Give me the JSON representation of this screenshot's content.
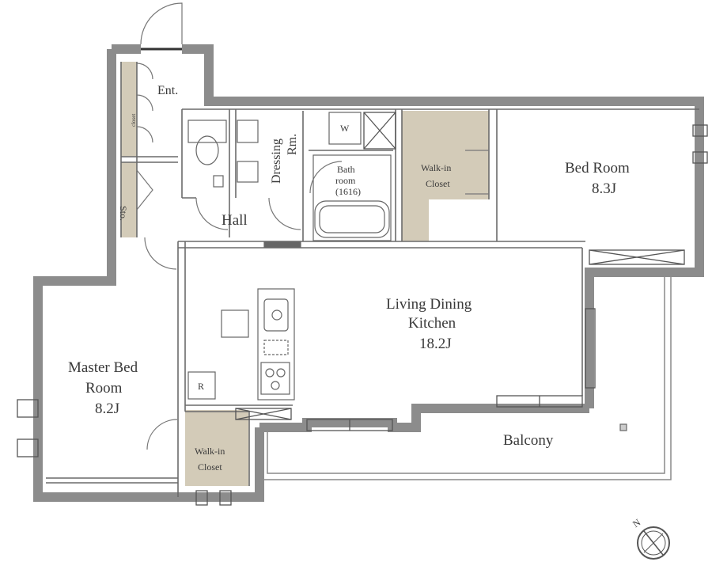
{
  "rooms": {
    "entrance": "Ent.",
    "shoe_closet": "closet",
    "storage": "Sto.",
    "dressing_line1": "Dressing",
    "dressing_line2": "Rm.",
    "washer": "W",
    "bath_line1": "Bath",
    "bath_line2": "room",
    "bath_line3": "(1616)",
    "walkin_closet_top_line1": "Walk-in",
    "walkin_closet_top_line2": "Closet",
    "bed_room_line1": "Bed Room",
    "bed_room_line2": "8.3J",
    "hall": "Hall",
    "ldk_line1": "Living Dining",
    "ldk_line2": "Kitchen",
    "ldk_line3": "18.2J",
    "master_line1": "Master Bed",
    "master_line2": "Room",
    "master_line3": "8.2J",
    "refrigerator": "R",
    "walkin_closet_bottom_line1": "Walk-in",
    "walkin_closet_bottom_line2": "Closet",
    "balcony": "Balcony"
  },
  "compass": {
    "label": "N",
    "icon": "north-compass-icon"
  },
  "colors": {
    "wall": "#8c8c8c",
    "closet_fill": "#d3cbb8",
    "line": "#6a6a6a"
  }
}
